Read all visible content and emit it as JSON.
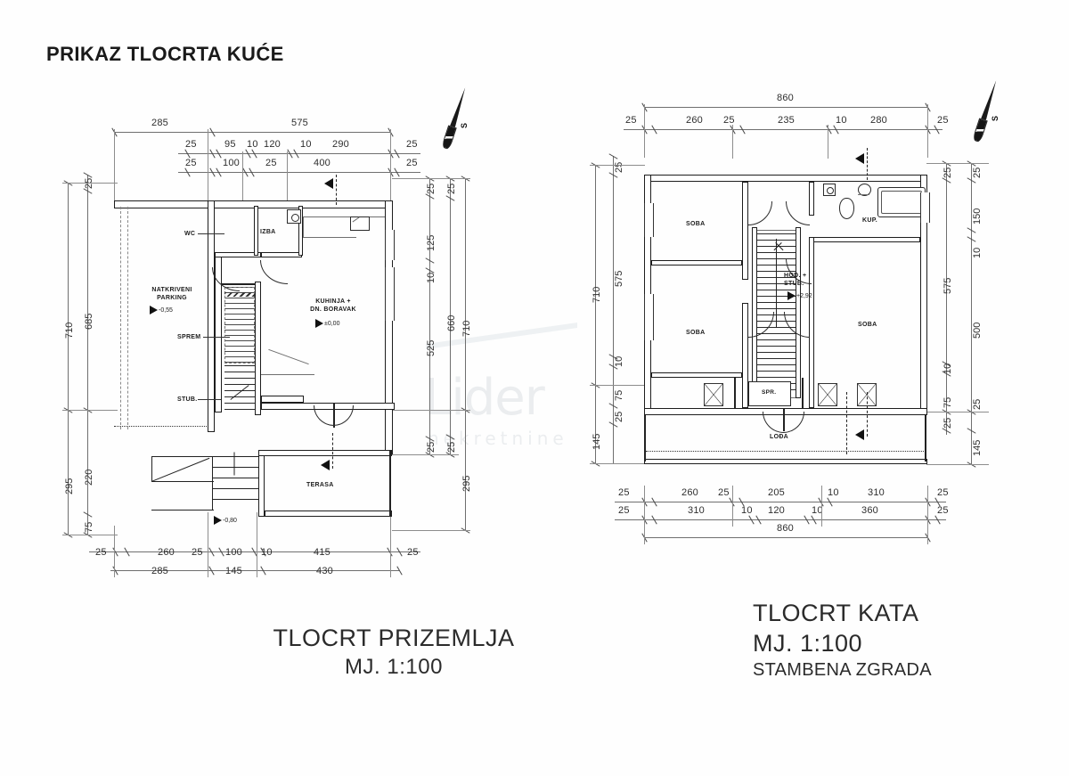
{
  "document": {
    "title": "PRIKAZ TLOCRTA KUĆE",
    "drawing_type": "architectural-floor-plan",
    "language": "hr"
  },
  "watermark": {
    "brand": "Lider",
    "tagline": "nekretnine"
  },
  "plans": [
    {
      "id": "ground-floor",
      "caption_title": "TLOCRT PRIZEMLJA",
      "caption_scale": "MJ. 1:100",
      "caption_extra": "",
      "north_label": "S",
      "rooms": [
        {
          "name": "NATKRIVENI PARKING",
          "line1": "NATKRIVENI",
          "line2": "PARKING",
          "elevation": "-0,55"
        },
        {
          "name": "WC",
          "line1": "WC",
          "line2": "",
          "elevation": ""
        },
        {
          "name": "IZBA",
          "line1": "IZBA",
          "line2": "",
          "elevation": ""
        },
        {
          "name": "SPREM",
          "line1": "SPREM",
          "line2": "",
          "elevation": ""
        },
        {
          "name": "STUB.",
          "line1": "STUB.",
          "line2": "",
          "elevation": ""
        },
        {
          "name": "KUHINJA + DN. BORAVAK",
          "line1": "KUHINJA +",
          "line2": "DN. BORAVAK",
          "elevation": "±0,00"
        },
        {
          "name": "TERASA",
          "line1": "TERASA",
          "line2": "",
          "elevation": "-0,80"
        }
      ],
      "dimensions": {
        "top_row_1": [
          "285",
          "575"
        ],
        "top_row_2": [
          "25",
          "95",
          "10",
          "120",
          "10",
          "290",
          "25"
        ],
        "top_row_3": [
          "25",
          "100",
          "25",
          "400",
          "25"
        ],
        "bottom_row_1": [
          "25",
          "260",
          "25",
          "100",
          "10",
          "415",
          "25"
        ],
        "bottom_row_2": [
          "285",
          "145",
          "430"
        ],
        "left_outer": [
          "710",
          "295"
        ],
        "left_inner": [
          "25",
          "685",
          "220",
          "75"
        ],
        "right_inner": [
          "25",
          "125",
          "10",
          "525",
          "25"
        ],
        "right_mid": [
          "25",
          "660",
          "25"
        ],
        "right_outer": [
          "710",
          "295"
        ]
      }
    },
    {
      "id": "upper-floor",
      "caption_title": "TLOCRT KATA",
      "caption_scale": "MJ. 1:100",
      "caption_extra": "STAMBENA ZGRADA",
      "north_label": "S",
      "rooms": [
        {
          "name": "SOBA-1",
          "line1": "SOBA",
          "line2": "",
          "elevation": ""
        },
        {
          "name": "SOBA-2",
          "line1": "SOBA",
          "line2": "",
          "elevation": ""
        },
        {
          "name": "SOBA-3",
          "line1": "SOBA",
          "line2": "",
          "elevation": ""
        },
        {
          "name": "KUP.",
          "line1": "KUP.",
          "line2": "",
          "elevation": ""
        },
        {
          "name": "HOD. + STUB.",
          "line1": "HOD. +",
          "line2": "STUB.",
          "elevation": "+2,92"
        },
        {
          "name": "SPR.",
          "line1": "SPR.",
          "line2": "",
          "elevation": ""
        },
        {
          "name": "LOĐA",
          "line1": "LOĐA",
          "line2": "",
          "elevation": ""
        }
      ],
      "dimensions": {
        "top_row_1": [
          "860"
        ],
        "top_row_2": [
          "25",
          "260",
          "25",
          "235",
          "10",
          "280",
          "25"
        ],
        "bottom_row_1": [
          "25",
          "260",
          "25",
          "205",
          "10",
          "310",
          "25"
        ],
        "bottom_row_2": [
          "25",
          "310",
          "10",
          "120",
          "10",
          "360",
          "25"
        ],
        "bottom_row_3": [
          "860"
        ],
        "left_outer": [
          "710",
          "145"
        ],
        "left_inner": [
          "25",
          "575",
          "10",
          "75",
          "25"
        ],
        "right_inner": [
          "25",
          "575",
          "10",
          "75",
          "25"
        ],
        "right_outer": [
          "25",
          "150",
          "10",
          "500",
          "25",
          "145"
        ]
      }
    }
  ]
}
